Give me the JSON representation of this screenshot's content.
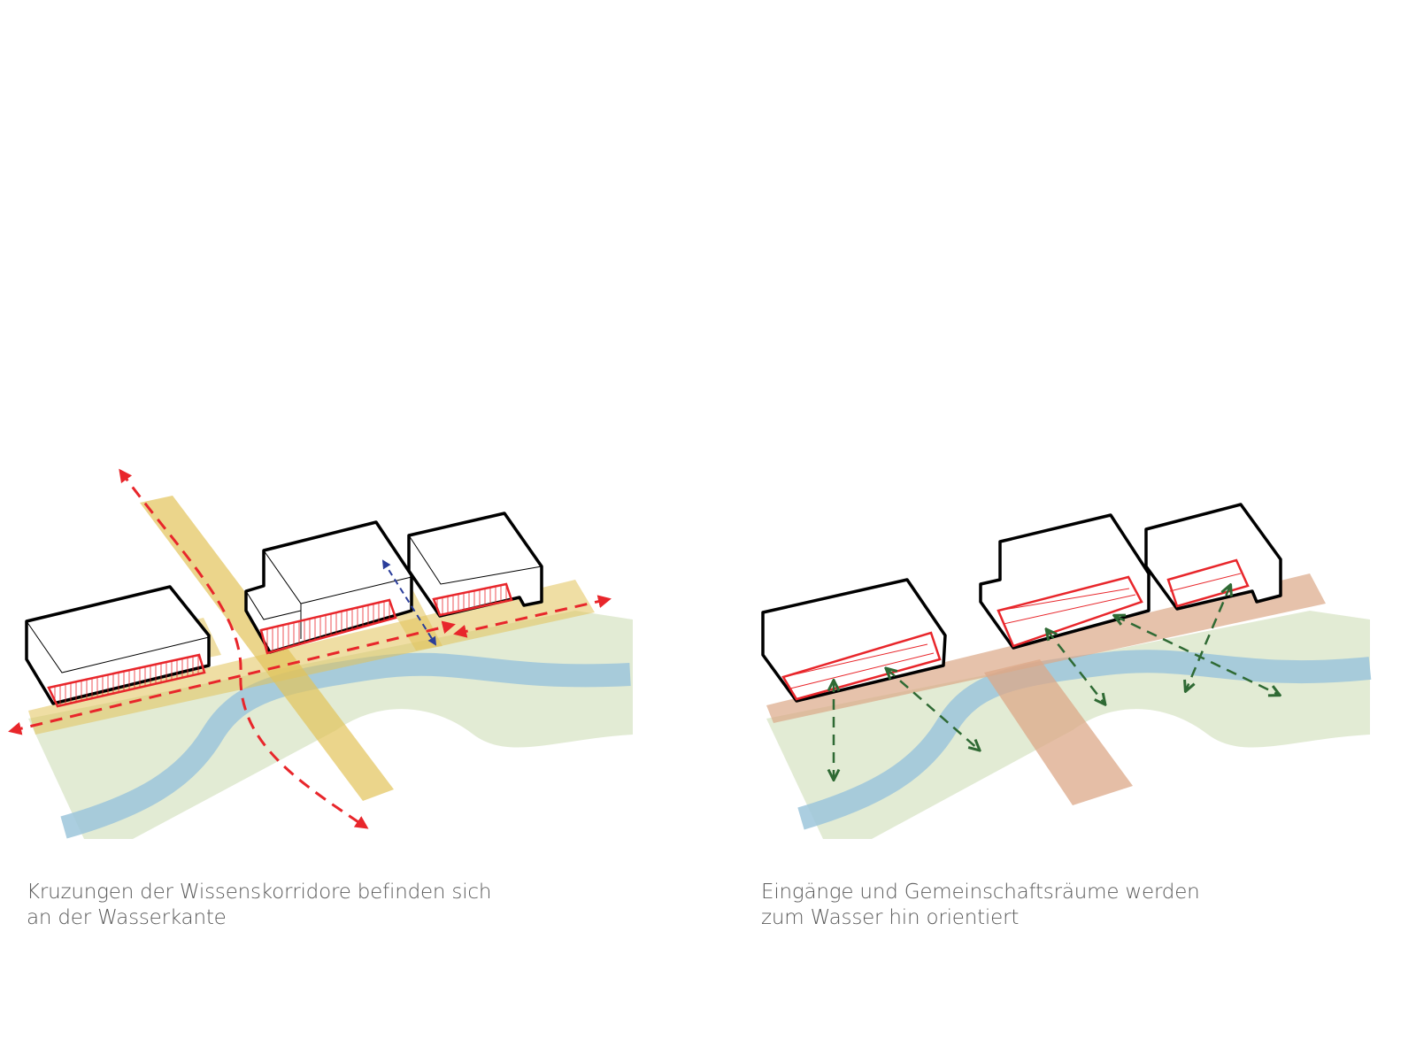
{
  "diagrams": [
    {
      "id": "corridors",
      "caption_lines": [
        "Kruzungen der Wissenskorridore befinden sich",
        "an der Wasserkante"
      ]
    },
    {
      "id": "entrances",
      "caption_lines": [
        "Eingänge und Gemeinschaftsräume werden",
        "zum Wasser hin orientiert"
      ]
    }
  ],
  "colors": {
    "building_outline": "#000000",
    "entrance_red": "#e8262b",
    "corridor_yellow": "#e2c35a",
    "corridor_brown": "#dca888",
    "land_green": "#dfe9cf",
    "river_blue": "#9cc6da",
    "arrow_green": "#2f6a34",
    "arrow_blue": "#2a3d9a"
  }
}
